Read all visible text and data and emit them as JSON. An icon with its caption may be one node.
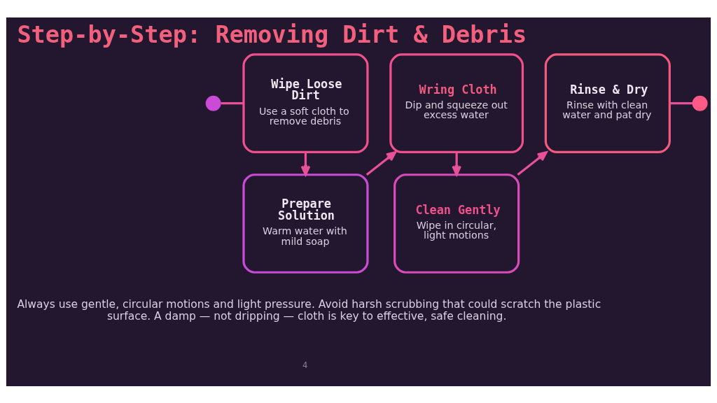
{
  "diagram": {
    "title": "Step-by-Step: Removing Dirt & Debris",
    "nodes": [
      {
        "text": [],
        "shape": "circle"
      },
      {
        "text": [
          "Wipe Loose Dirt",
          "Use a soft cloth to remove debris"
        ]
      },
      {
        "text": [
          "Prepare Solution",
          "Warm water with mild soap"
        ]
      },
      {
        "text": [
          "Wring Cloth",
          "Dip and squeeze out excess water"
        ]
      },
      {
        "text": [
          "Clean Gently",
          "Wipe in circular, light motions"
        ]
      },
      {
        "text": [
          "Rinse & Dry",
          "Rinse with clean water and pat dry"
        ]
      },
      {
        "text": [],
        "shape": "circle"
      }
    ],
    "edges": [
      {
        "from": 0,
        "to": 1,
        "arrow": "none"
      },
      {
        "from": 1,
        "to": 2,
        "arrow": "to"
      },
      {
        "from": 2,
        "to": 3,
        "arrow": "to"
      },
      {
        "from": 3,
        "to": 4,
        "arrow": "to"
      },
      {
        "from": 4,
        "to": 5,
        "arrow": "to"
      },
      {
        "from": 5,
        "to": 6,
        "arrow": "none"
      }
    ],
    "labels": [
      "Always use gentle, circular motions and light pressure. Avoid harsh scrubbing that could scratch the plastic surface. A damp — not dripping — cloth is key to effective, safe cleaning.",
      "4"
    ]
  }
}
